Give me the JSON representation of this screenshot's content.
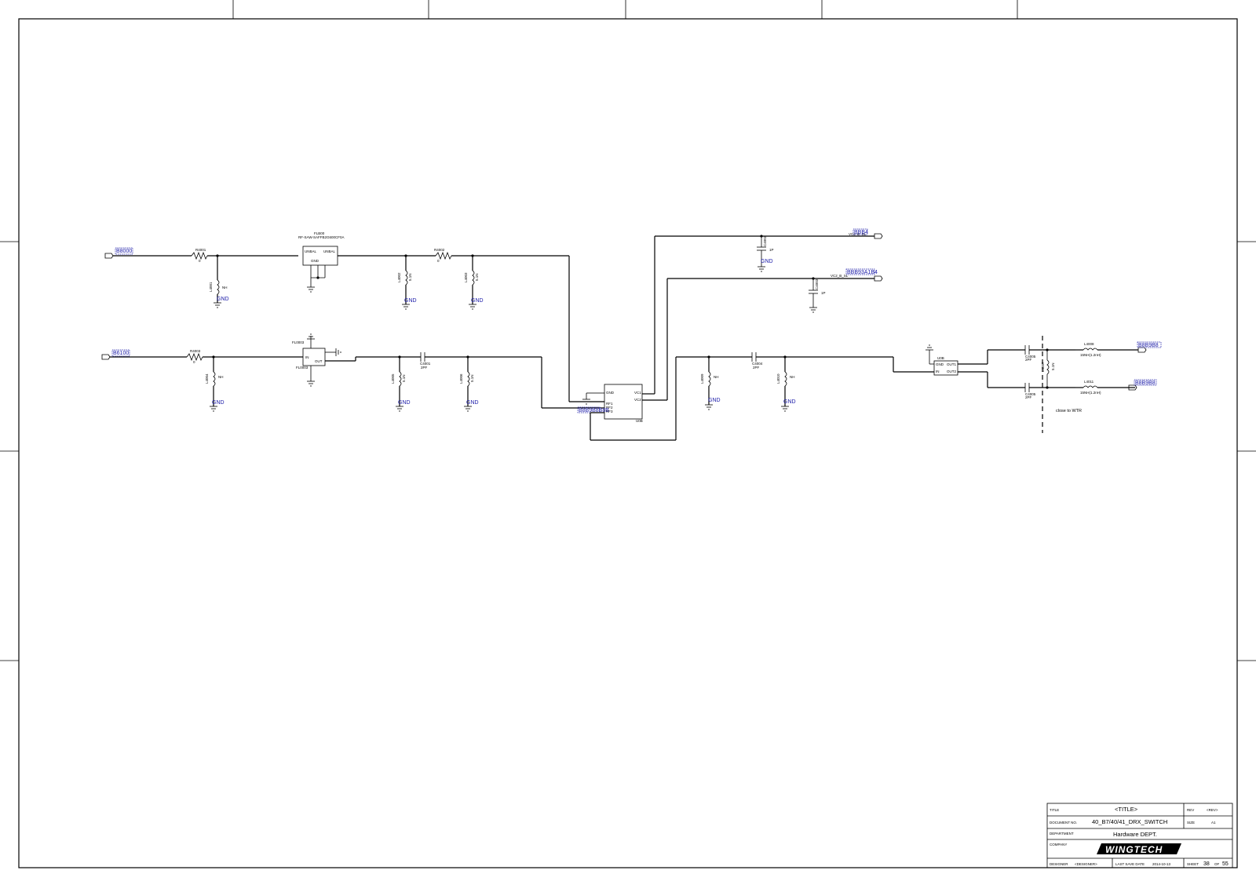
{
  "title_block": {
    "title_label": "TITLE",
    "title_value": "<TITLE>",
    "rev_label": "REV",
    "rev_value": "<REV>",
    "docno_label": "DOCUMENT NO.",
    "docno_value": "40_B7/40/41_DRX_SWITCH",
    "size_label": "SIZE",
    "size_value": "A1",
    "dept_label": "DEPARTMENT",
    "dept_value": "Hardware DEPT.",
    "company_label": "COMPANY",
    "company_logo": "WINGTECH",
    "designer_label": "DESIGNER",
    "designer_value": "<DESIGNER>",
    "date_label": "LAST SAVE DATE",
    "date_value": "2014-10-13",
    "sheet_label": "SHEET",
    "sheet_value": "38",
    "of_label": "OF",
    "total_value": "55"
  },
  "nets": {
    "in1": "B8000",
    "in2": "B6100",
    "vc1": "BBB4",
    "vc2": "BBB93A1B4",
    "out1": "B8B9B8",
    "out2": "B8B9B8",
    "gnd_label": "GND",
    "sw_bus": "B8B9B8B8B"
  },
  "labels": {
    "saw_filter": "FLB00",
    "saw_part": "RF-SAW-SAFFB2G600CF0A",
    "port_in": "UNBAL",
    "port_out": "UNBAL",
    "gnd_pin": "GND",
    "filter2_ref": "FL0003",
    "filter2_in": "IN",
    "filter2_out": "OUT",
    "switch_gnd": "GND",
    "switch_v1": "VC1",
    "switch_v2": "VC2",
    "switch_rf1": "RF1",
    "switch_rf2": "RF2",
    "switch_rf3": "RF3",
    "switch_ref": "U0B",
    "diplex_ref": "U0B",
    "diplex_gnd": "GND",
    "diplex_in": "IN",
    "diplex_out1": "OUT1",
    "diplex_out2": "OUT2",
    "r1": "R4001",
    "r2": "R4002",
    "r3": "R4003",
    "zero": "0",
    "l1": "L4001",
    "l2": "L4002",
    "l3": "L4003",
    "l4": "L4004",
    "l5": "L4005",
    "l6": "L4006",
    "l7": "L4007",
    "l8": "L4008",
    "l9": "L4009",
    "l10": "L4010",
    "l11": "L4011",
    "nh": "NH",
    "val_5n1": "5.1N",
    "cap_2pf": "2PF",
    "cap_1p": "1P",
    "cap_c1": "C4001",
    "cap_c2": "C4002",
    "cap_c3": "C4003",
    "cap_c4": "C4004",
    "cap_c5": "C4005",
    "ind_val1": "15NH(1.2nH)",
    "ind_val2": "15NH(1.2nH)",
    "vc_note": "VC2_B_SL",
    "close_note": "close to WTR"
  }
}
